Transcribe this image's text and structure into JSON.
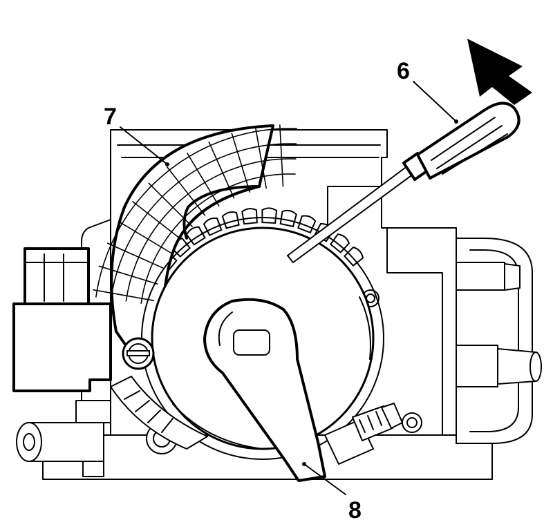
{
  "callouts": {
    "screwdriver": "6",
    "sector": "7",
    "lever": "8"
  },
  "icons": {
    "press_direction": "arrow-icon"
  }
}
